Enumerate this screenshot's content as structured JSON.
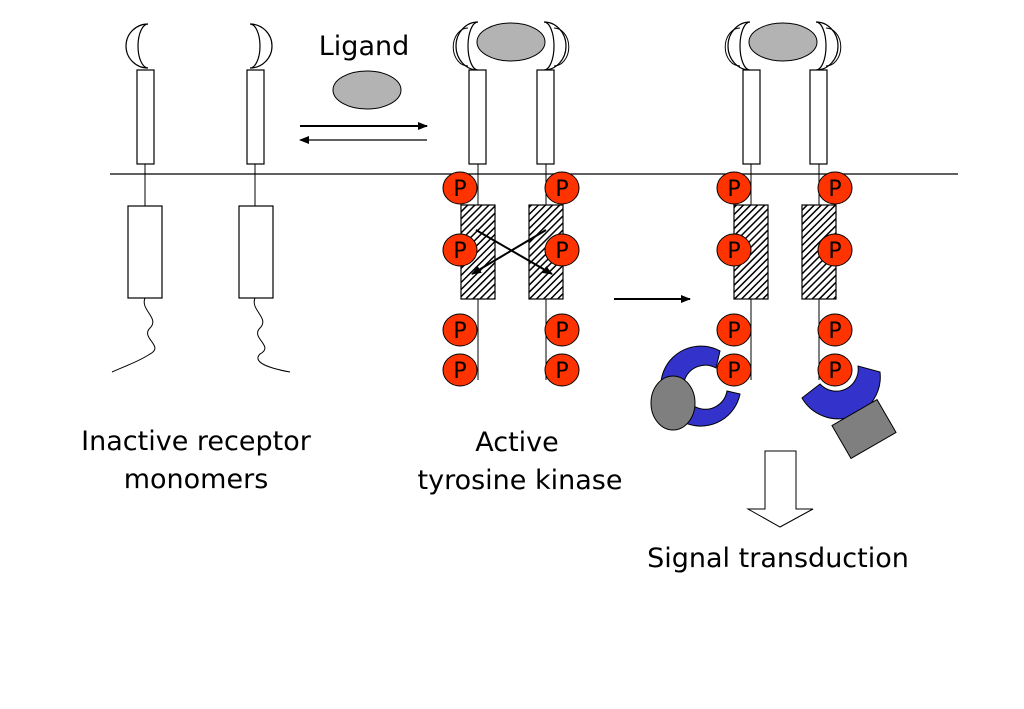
{
  "labels": {
    "ligand": "Ligand",
    "inactive_line1": "Inactive receptor",
    "inactive_line2": "monomers",
    "active_line1": "Active",
    "active_line2": "tyrosine kinase",
    "signal": "Signal transduction",
    "phospho": "P"
  },
  "colors": {
    "phospho_fill": "#ff3300",
    "ligand_fill": "#b3b3b3",
    "adaptor_fill": "#3333cc",
    "effector_fill": "#7f7f7f",
    "stroke": "#000000"
  }
}
